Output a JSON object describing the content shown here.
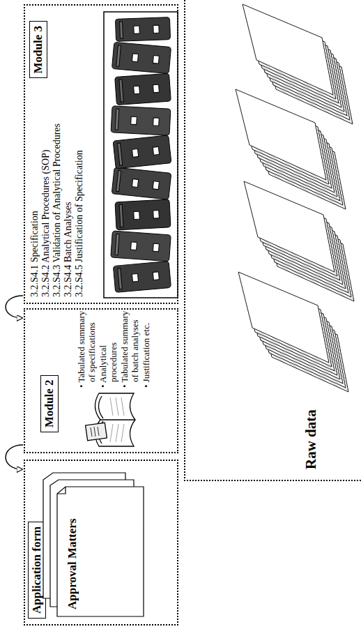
{
  "diagram": {
    "nodes": [
      {
        "text": [
          "Application form"
        ]
      },
      {
        "text": [
          "Approval Matters"
        ],
        "in": 0
      },
      {
        "text": [
          "Module 2",
          "• Tabulated summary of specifications",
          "• Analytical procedures",
          "• Tabulated summary of batch analyses",
          "• Justification etc."
        ]
      },
      {
        "text": [
          "Module 3",
          "3.2.S4.1 Specification",
          "3.2.S4.2 Analytical Procedures (SOP)",
          "3.2.S4.3 Validation of Analytical Procedures",
          "3.2.S4.4 Batch Analyses",
          "3.2.S4.5 Justification of Specification"
        ]
      },
      {
        "text": [
          "Raw data"
        ]
      }
    ],
    "edges": [
      {
        "from": 3,
        "to": 2,
        "arrow": "to"
      },
      {
        "from": 2,
        "to": 0,
        "arrow": "to"
      }
    ]
  }
}
